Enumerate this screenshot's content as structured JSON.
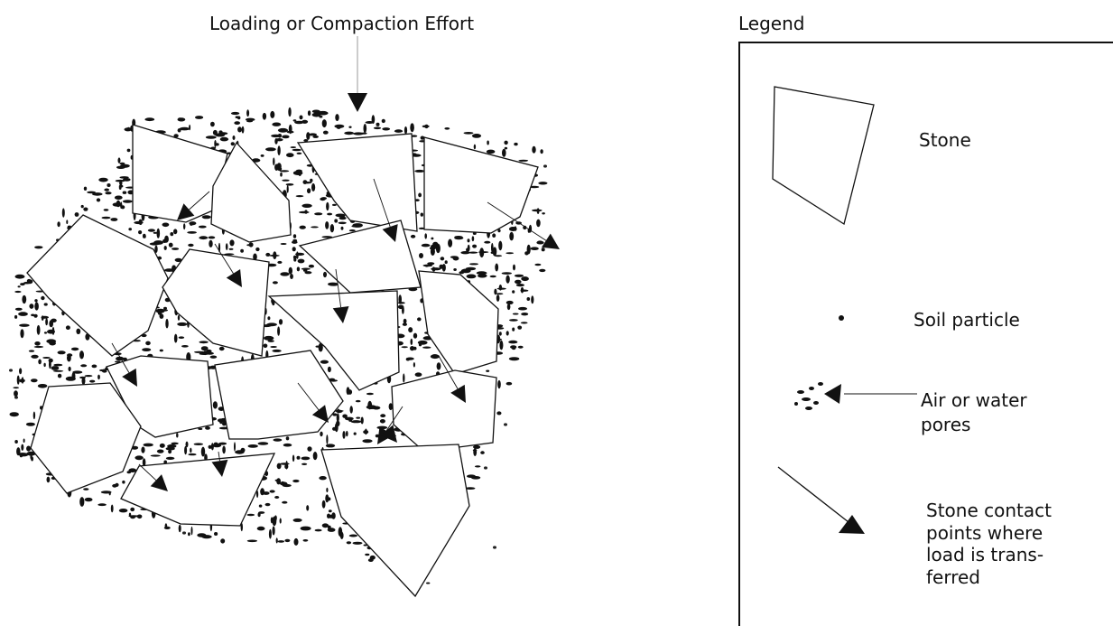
{
  "diagram": {
    "title": "Loading or Compaction Effort"
  },
  "legend": {
    "heading": "Legend",
    "items": {
      "stone": "Stone",
      "soil_particle": "Soil particle",
      "pores_line1": "Air or water",
      "pores_line2": "pores",
      "contact_line1": "Stone contact",
      "contact_line2": "points where",
      "contact_line3": "load is trans-",
      "contact_line4": "ferred"
    }
  }
}
